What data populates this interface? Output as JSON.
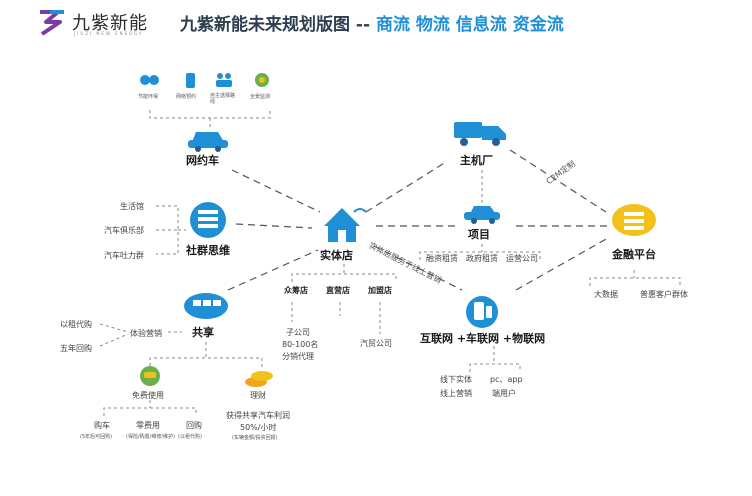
{
  "header": {
    "brand": "九紫新能",
    "brand_sub": "JIUZI NEW ENERGY",
    "title_prefix": "九紫新能未来规划版图 -- ",
    "title_highlight": "商流 物流 信息流 资金流"
  },
  "nodes": {
    "wangyueche": "网约车",
    "shetuan": "社群思维",
    "gongxiang": "共享",
    "shitidian": "实体店",
    "zhujichang": "主机厂",
    "xiangmu": "项目",
    "jinrong": "金融平台",
    "hulianwang": "互联网 +车联网 +物联网"
  },
  "top_icons": [
    "节能环保",
    "网络预约",
    "自主选择路线",
    "全景监测"
  ],
  "social_items": [
    "生活馆",
    "汽车俱乐部",
    "汽车吐力群"
  ],
  "share_left": [
    "以租代购",
    "五年回购"
  ],
  "share_mid": "体验营销",
  "share_sub": {
    "free": "免费使用",
    "invest": "理财",
    "free_items": [
      "购车",
      "零费用",
      "回购"
    ],
    "free_notes": [
      "(5年后可回购)",
      "(保险/购置/维修/维护)",
      "(以租代购)"
    ],
    "invest_note": "获得共享汽车利润",
    "invest_rate": "50%/小时",
    "invest_foot": "(车辆金额/投资回报)"
  },
  "store_types": [
    "众筹店",
    "直营店",
    "加盟店"
  ],
  "store_notes": [
    "子公司",
    "80-100名",
    "分销代理"
  ],
  "store_extra": "汽贸公司",
  "project_items": [
    "融资租赁",
    "政府租赁",
    "运营公司"
  ],
  "finance_items": [
    "大数据",
    "普惠客户群体"
  ],
  "internet_items": [
    "线下实体",
    "线上营销",
    "pc、app",
    "端用户"
  ],
  "edge_labels": {
    "c2m": "C2M定制",
    "store_link": "实体店服务于线上营销"
  },
  "colors": {
    "accent": "#1f8fd6",
    "yellow": "#f2c21b",
    "text": "#1a1a1a",
    "line": "#555555"
  }
}
